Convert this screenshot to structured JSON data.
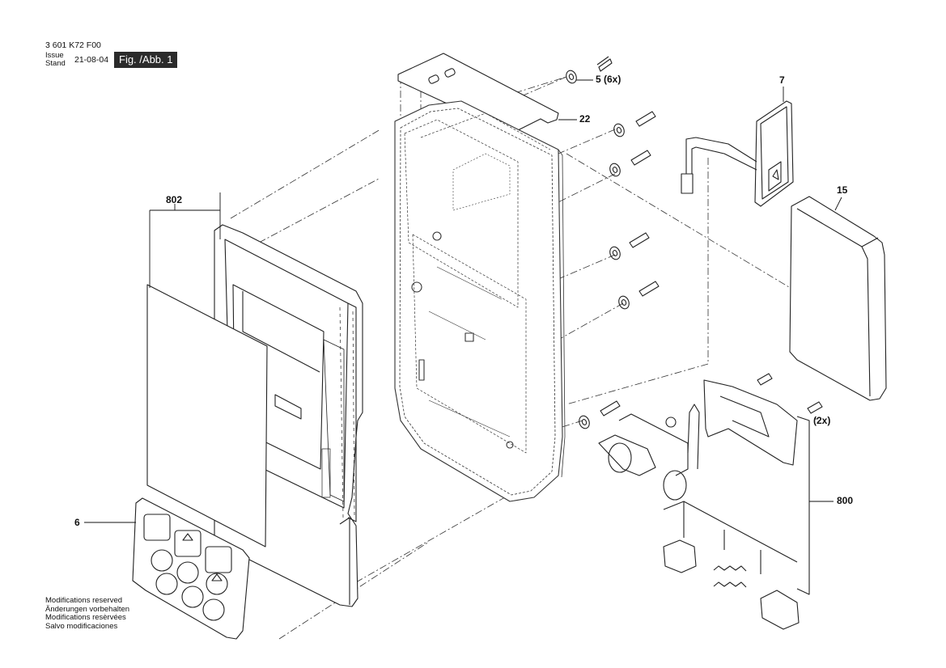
{
  "header": {
    "doc_code": "3 601 K72 F00",
    "issue_label": "Issue",
    "stand_label": "Stand",
    "date": "21-08-04",
    "figure": "Fig. /Abb. 1"
  },
  "notes": [
    "Modifications reserved",
    "Änderungen vorbehalten",
    "Modifications resèrvées",
    "Salvo modificaciones"
  ],
  "callouts": {
    "p5": "5 (6x)",
    "p22": "22",
    "p7": "7",
    "p15": "15",
    "p802": "802",
    "p6": "6",
    "p800": "800",
    "p2x": "(2x)"
  }
}
